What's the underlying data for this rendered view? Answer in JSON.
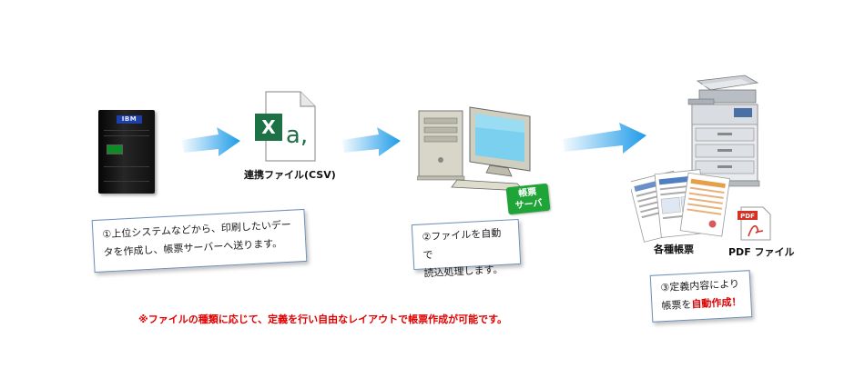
{
  "server": {
    "logo": "IBM"
  },
  "file": {
    "label": "連携ファイル(CSV)",
    "icon_letter": "X",
    "icon_accent": "a,"
  },
  "pc": {
    "badge_line1": "帳票",
    "badge_line2": "サーバ"
  },
  "outputs": {
    "docs_label": "各種帳票",
    "pdf_label": "PDF ファイル",
    "pdf_tag": "PDF"
  },
  "callouts": {
    "step1_line1": "①上位システムなどから、印刷したいデー",
    "step1_line2": "タを作成し、帳票サーバーへ送ります。",
    "step2_line1": "②ファイルを自動で",
    "step2_line2": "読込処理します。",
    "step3_line1": "③定義内容により",
    "step3_line2_prefix": "帳票を",
    "step3_line2_highlight": "自動作成！"
  },
  "note": "※ファイルの種類に応じて、定義を行い自由なレイアウトで帳票作成が可能です。",
  "colors": {
    "arrow": "#1e9be8",
    "accent_red": "#e00000",
    "excel_green": "#1e7145",
    "badge_green": "#1fa537"
  }
}
